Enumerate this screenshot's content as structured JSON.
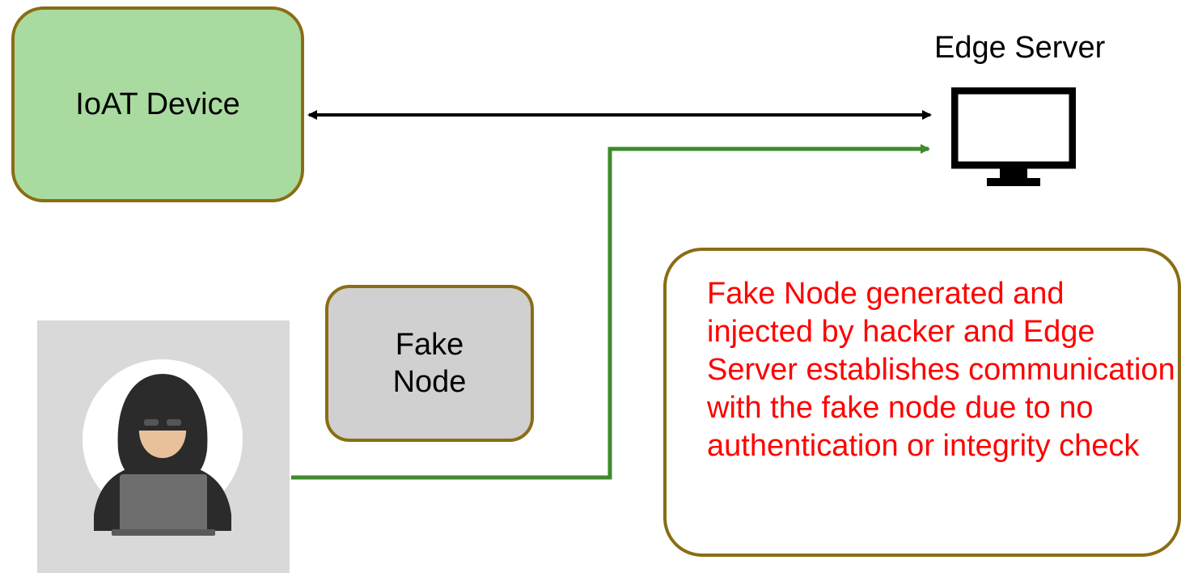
{
  "nodes": {
    "ioat_device": "IoAT Device",
    "edge_server": "Edge Server",
    "fake_node": "Fake\nNode"
  },
  "note": "Fake Node generated and injected by hacker and Edge Server establishes communication with the fake node due to no authentication or integrity check",
  "colors": {
    "device_fill": "#a9dba0",
    "fake_fill": "#d0d0d0",
    "border": "#8a6d14",
    "note_text": "#ff0000",
    "attack_line": "#3f8a2c",
    "link_line": "#000000"
  },
  "icons": {
    "server": "monitor-icon",
    "attacker": "hooded-hacker-icon"
  }
}
